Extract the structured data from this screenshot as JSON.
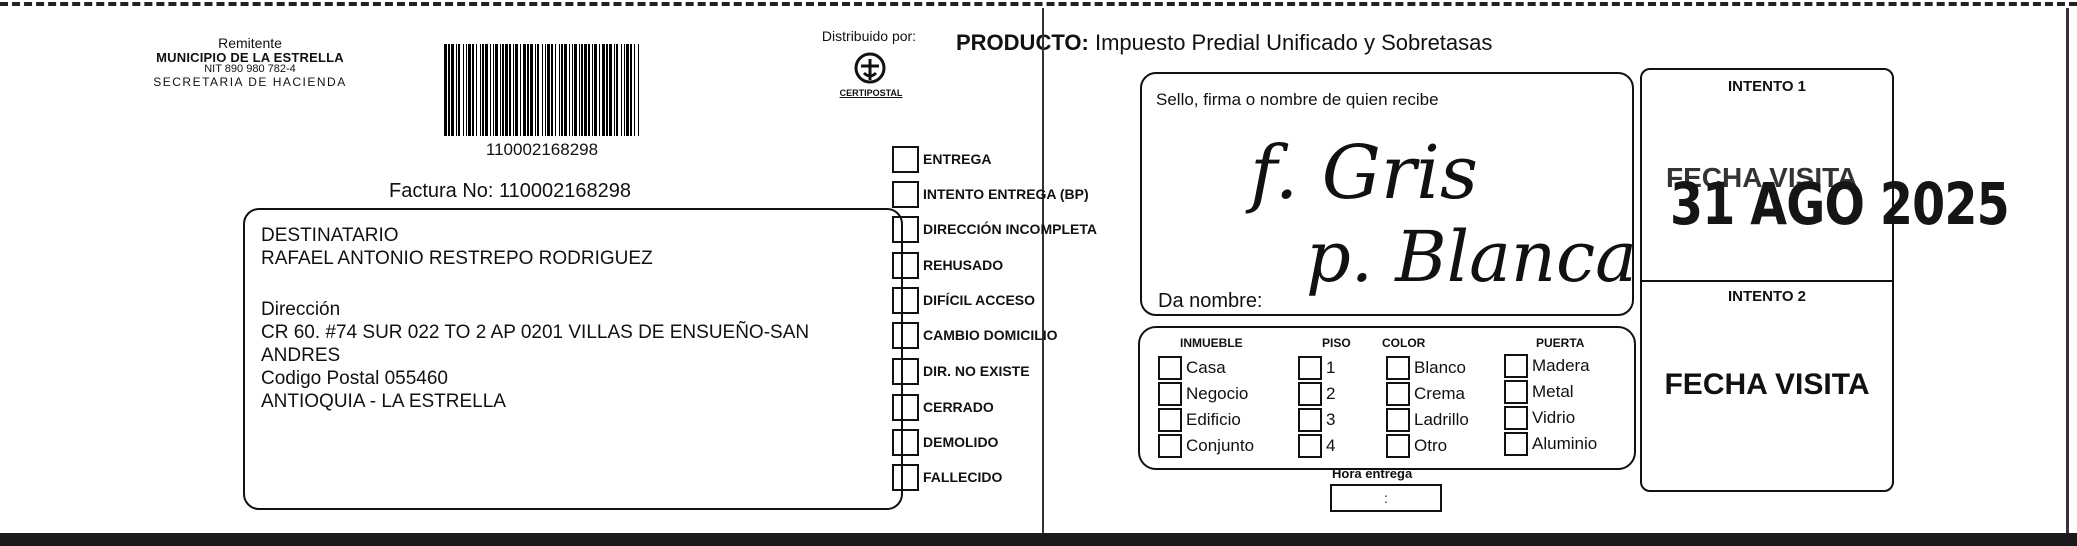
{
  "sender": {
    "label": "Remitente",
    "municipality": "MUNICIPIO DE LA ESTRELLA",
    "nit": "NIT 890 980 782-4",
    "secretaria": "SECRETARIA DE HACIENDA"
  },
  "barcode_number": "110002168298",
  "factura": "Factura No: 110002168298",
  "distributor": {
    "label": "Distribuido por:",
    "logo_text": "CERTIPOSTAL",
    "logo_icon": "certipostal-logo-icon"
  },
  "product": {
    "label": "PRODUCTO:",
    "value": "Impuesto Predial Unificado y Sobretasas"
  },
  "recipient": {
    "heading": "DESTINATARIO",
    "name": "RAFAEL ANTONIO RESTREPO RODRIGUEZ",
    "address_label": "Dirección",
    "address_line1": "CR 60. #74 SUR 022 TO 2 AP 0201 VILLAS DE ENSUEÑO-SAN",
    "address_line2": "ANDRES",
    "postal": "Codigo Postal  055460",
    "city": "ANTIOQUIA - LA ESTRELLA"
  },
  "delivery_checks": [
    {
      "label": "ENTREGA"
    },
    {
      "label": "INTENTO ENTREGA (BP)"
    },
    {
      "label": "DIRECCIÓN INCOMPLETA"
    },
    {
      "label": "REHUSADO"
    },
    {
      "label": "DIFÍCIL ACCESO"
    },
    {
      "label": "CAMBIO DOMICILIO"
    },
    {
      "label": "DIR. NO EXISTE"
    },
    {
      "label": "CERRADO"
    },
    {
      "label": "DEMOLIDO"
    },
    {
      "label": "FALLECIDO"
    }
  ],
  "receiver_box": {
    "title": "Sello, firma o nombre de quien recibe",
    "handwriting_1": "f. Gris",
    "handwriting_2": "p. Blanca",
    "da_nombre": "Da nombre:"
  },
  "property": {
    "inmueble": {
      "header": "INMUEBLE",
      "options": [
        "Casa",
        "Negocio",
        "Edificio",
        "Conjunto"
      ]
    },
    "piso": {
      "header": "PISO",
      "options": [
        "1",
        "2",
        "3",
        "4"
      ]
    },
    "color": {
      "header": "COLOR",
      "options": [
        "Blanco",
        "Crema",
        "Ladrillo",
        "Otro"
      ]
    },
    "puerta": {
      "header": "PUERTA",
      "options": [
        "Madera",
        "Metal",
        "Vidrio",
        "Aluminio"
      ]
    }
  },
  "hora_entrega": {
    "label": "Hora entrega",
    "value": ":"
  },
  "intentos": {
    "intento1": "INTENTO 1",
    "fecha1_label": "FECHA VISITA",
    "fecha1_stamp": "31 AGO 2025",
    "intento2": "INTENTO 2",
    "fecha2_label": "FECHA VISITA"
  }
}
